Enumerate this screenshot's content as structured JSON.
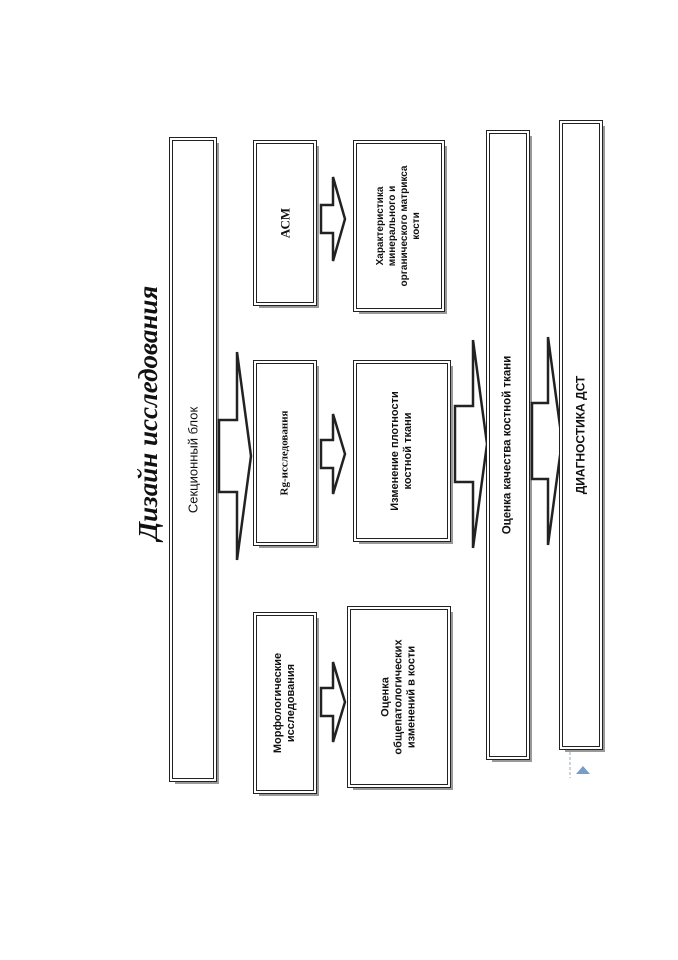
{
  "diagram": {
    "title": "Дизайн исследования",
    "sectional_block": "Секционный блок",
    "branches": {
      "morphology": {
        "method": [
          "Морфологические",
          "исследования"
        ],
        "result": [
          "Оценка",
          "общепатологических",
          "изменений в кости"
        ]
      },
      "rg": {
        "method": [
          "Rg-исследования"
        ],
        "result": [
          "Изменение плотности",
          "костной ткани"
        ]
      },
      "acm": {
        "method": [
          "АСМ"
        ],
        "result": [
          "Характеристика",
          "минерального и",
          "органического матрикса",
          "кости"
        ]
      }
    },
    "quality": "Оценка качества костной ткани",
    "diagnosis": "ДИАГНОСТИКА ДСТ"
  }
}
